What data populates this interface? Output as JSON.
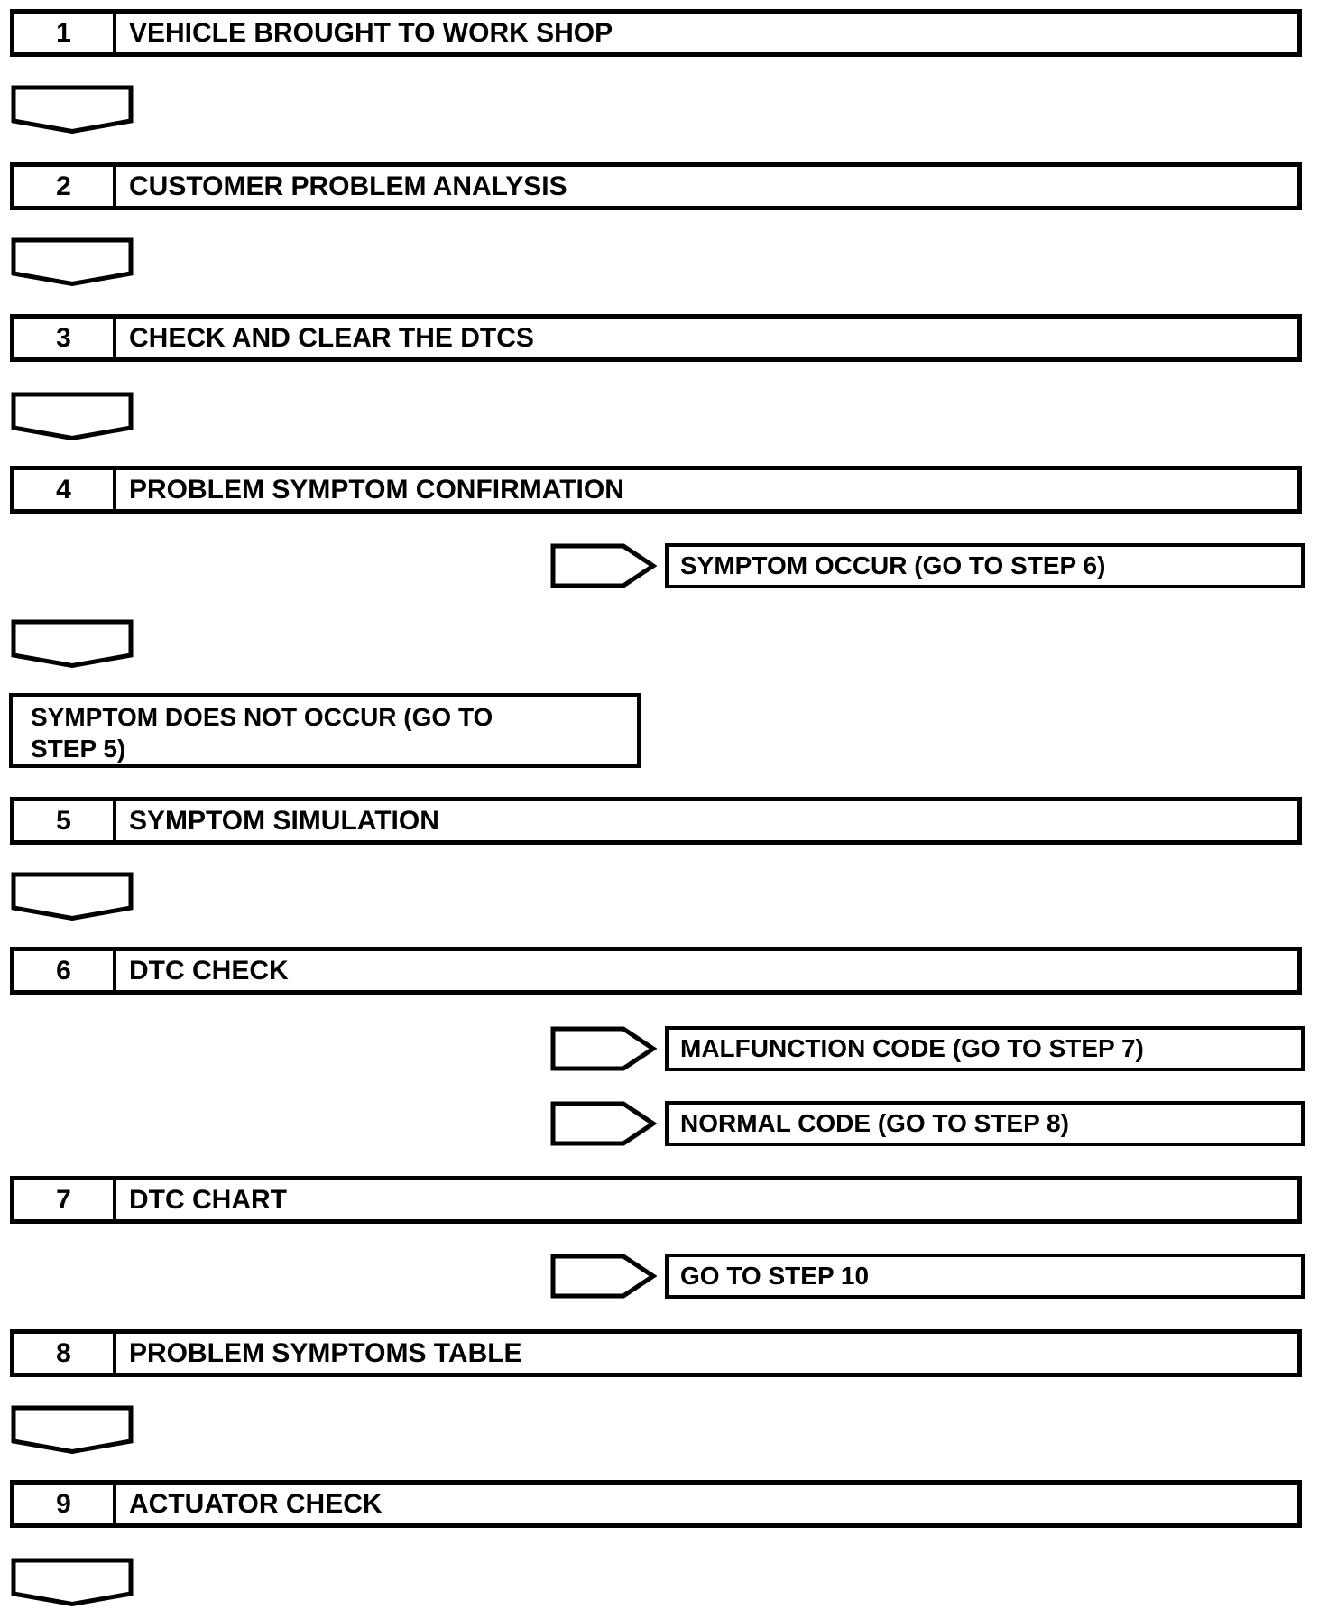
{
  "figure": {
    "type": "flowchart",
    "background_color": "#ffffff",
    "line_color": "#000000"
  },
  "steps": [
    {
      "num": "1",
      "label": "VEHICLE BROUGHT TO WORK SHOP"
    },
    {
      "num": "2",
      "label": "CUSTOMER PROBLEM ANALYSIS"
    },
    {
      "num": "3",
      "label": "CHECK AND CLEAR THE DTCS"
    },
    {
      "num": "4",
      "label": "PROBLEM SYMPTOM CONFIRMATION"
    },
    {
      "num": "5",
      "label": "SYMPTOM SIMULATION"
    },
    {
      "num": "6",
      "label": "DTC CHECK"
    },
    {
      "num": "7",
      "label": "DTC CHART"
    },
    {
      "num": "8",
      "label": "PROBLEM SYMPTOMS TABLE"
    },
    {
      "num": "9",
      "label": "ACTUATOR CHECK"
    }
  ],
  "callouts": [
    {
      "label": "SYMPTOM OCCUR (GO TO STEP 6)"
    },
    {
      "label": "MALFUNCTION CODE (GO TO STEP 7)"
    },
    {
      "label": "NORMAL CODE (GO TO STEP 8)"
    },
    {
      "label": "GO TO STEP 10"
    }
  ],
  "branch_box": {
    "label": "SYMPTOM DOES NOT OCCUR (GO TO\nSTEP 5)"
  }
}
